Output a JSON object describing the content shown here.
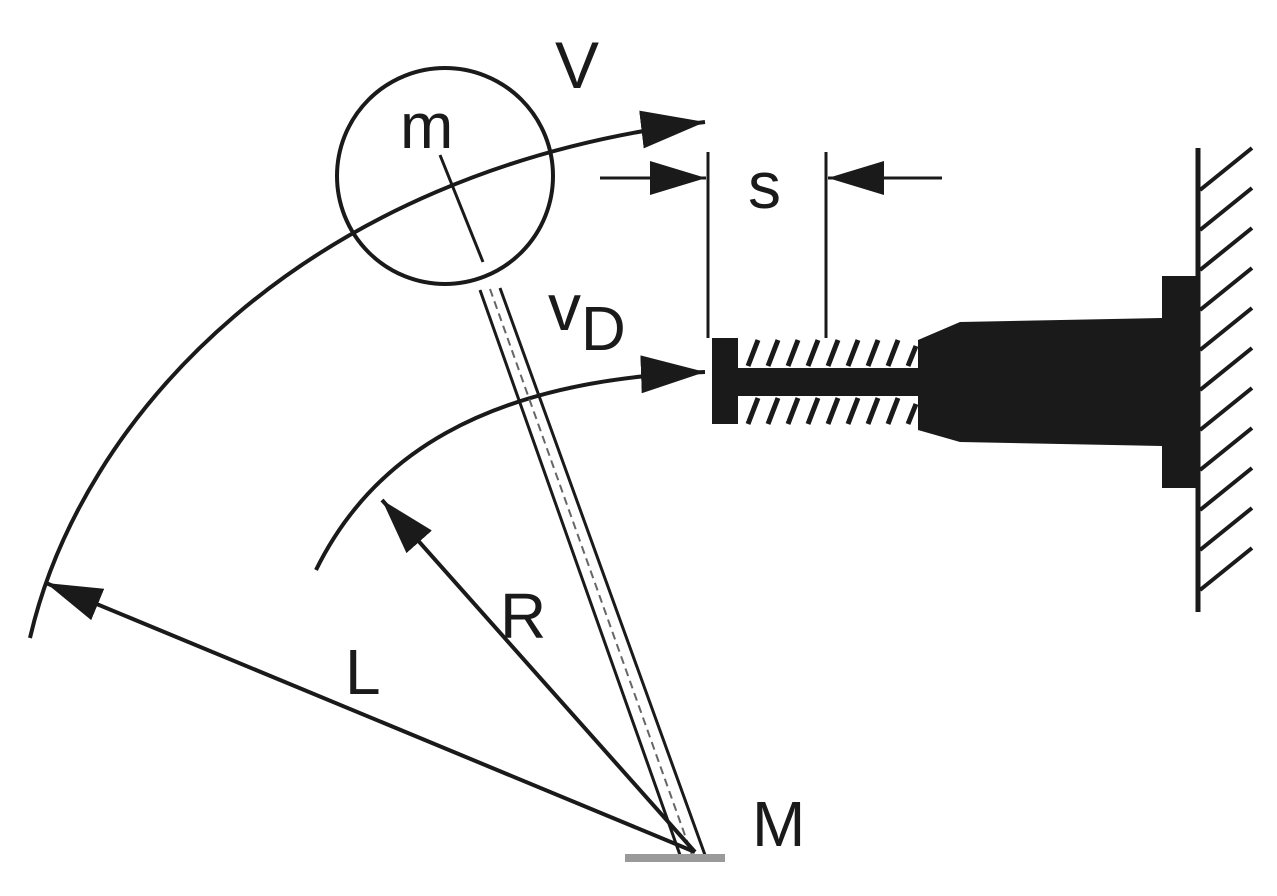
{
  "labels": {
    "mass": "m",
    "velocity": "V",
    "stroke": "s",
    "damper_velocity_main": "v",
    "damper_velocity_sub": "D",
    "radius_inner": "R",
    "radius_outer": "L",
    "pivot": "M"
  },
  "colors": {
    "ink": "#1a1a1a",
    "background": "#ffffff",
    "ground_mark": "#9a9a9a"
  }
}
